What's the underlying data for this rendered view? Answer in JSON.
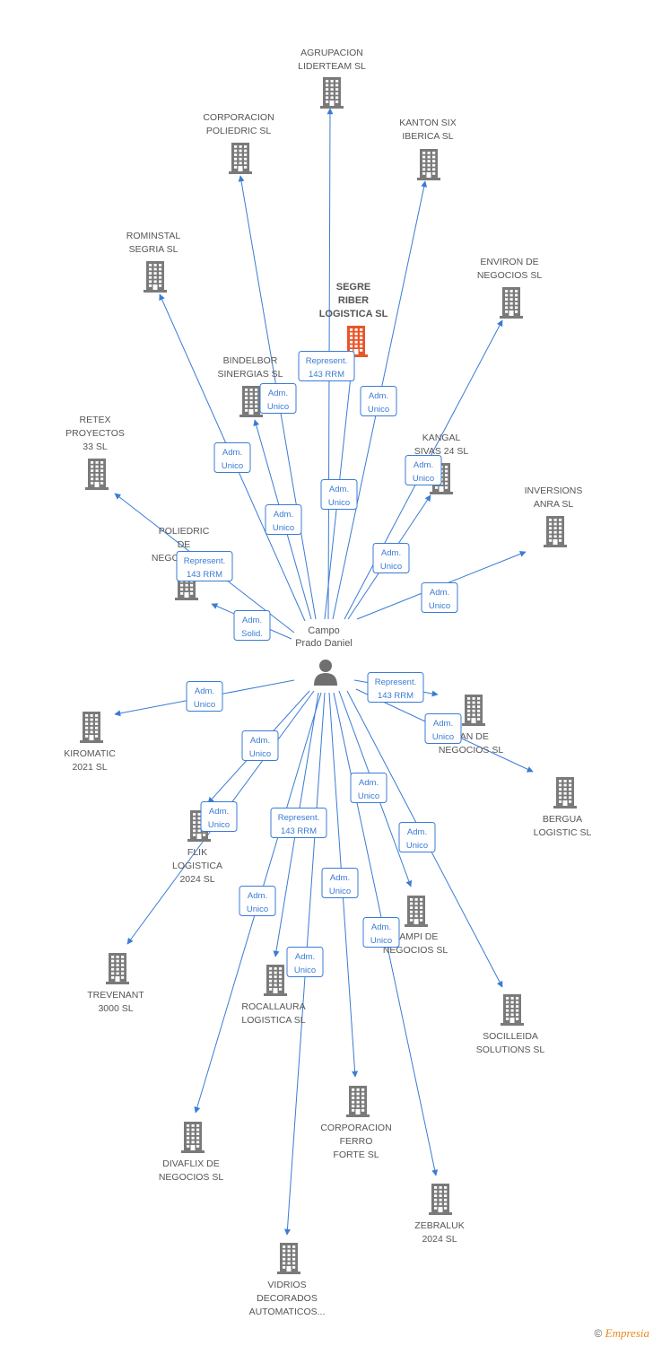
{
  "center": {
    "lines": [
      "Campo",
      "Prado Daniel"
    ]
  },
  "colors": {
    "edge": "#3a7bd5",
    "building": "#7a7a7a",
    "highlight": "#e8562a"
  },
  "nodes": [
    {
      "id": "agrupacion",
      "lines": [
        "AGRUPACION",
        "LIDERTEAM  SL"
      ],
      "icon": "building-icon"
    },
    {
      "id": "corporacion-poliedric",
      "lines": [
        "CORPORACION",
        "POLIEDRIC SL"
      ],
      "icon": "building-icon"
    },
    {
      "id": "kanton",
      "lines": [
        "KANTON SIX",
        "IBERICA  SL"
      ],
      "icon": "building-icon"
    },
    {
      "id": "rominstal",
      "lines": [
        "ROMINSTAL",
        "SEGRIA  SL"
      ],
      "icon": "building-icon"
    },
    {
      "id": "environ",
      "lines": [
        "ENVIRON DE",
        "NEGOCIOS  SL"
      ],
      "icon": "building-icon"
    },
    {
      "id": "segre",
      "lines": [
        "SEGRE",
        "RIBER",
        "LOGISTICA  SL"
      ],
      "icon": "building-icon",
      "highlight": true
    },
    {
      "id": "bindelbor",
      "lines": [
        "BINDELBOR",
        "SINERGIAS  SL"
      ],
      "icon": "building-icon"
    },
    {
      "id": "retex",
      "lines": [
        "RETEX",
        "PROYECTOS",
        "33  SL"
      ],
      "icon": "building-icon"
    },
    {
      "id": "kangal",
      "lines": [
        "KANGAL",
        "SIVAS 24  SL"
      ],
      "icon": "building-icon"
    },
    {
      "id": "inversions",
      "lines": [
        "INVERSIONS",
        "ANRA  SL"
      ],
      "icon": "building-icon"
    },
    {
      "id": "poliedric",
      "lines": [
        "POLIEDRIC",
        "DE",
        "NEGOCIOS SL"
      ],
      "icon": "building-icon"
    },
    {
      "id": "kiromatic",
      "lines": [
        "KIROMATIC",
        "2021  SL"
      ],
      "icon": "building-icon"
    },
    {
      "id": "nan",
      "lines": [
        "NAN DE",
        "NEGOCIOS  SL"
      ],
      "icon": "building-icon"
    },
    {
      "id": "bergua",
      "lines": [
        "BERGUA",
        "LOGISTIC  SL"
      ],
      "icon": "building-icon"
    },
    {
      "id": "flik",
      "lines": [
        "FLIK",
        "LOGISTICA",
        "2024  SL"
      ],
      "icon": "building-icon"
    },
    {
      "id": "trevenant",
      "lines": [
        "TREVENANT",
        "3000  SL"
      ],
      "icon": "building-icon"
    },
    {
      "id": "campi",
      "lines": [
        "CAMPI DE",
        "NEGOCIOS  SL"
      ],
      "icon": "building-icon"
    },
    {
      "id": "rocallaura",
      "lines": [
        "ROCALLAURA",
        "LOGISTICA  SL"
      ],
      "icon": "building-icon"
    },
    {
      "id": "socilleida",
      "lines": [
        "SOCILLEIDA",
        "SOLUTIONS SL"
      ],
      "icon": "building-icon"
    },
    {
      "id": "corporacion-ferro",
      "lines": [
        "CORPORACION",
        "FERRO",
        "FORTE  SL"
      ],
      "icon": "building-icon"
    },
    {
      "id": "divaflix",
      "lines": [
        "DIVAFLIX DE",
        "NEGOCIOS  SL"
      ],
      "icon": "building-icon"
    },
    {
      "id": "zebraluk",
      "lines": [
        "ZEBRALUK",
        "2024  SL"
      ],
      "icon": "building-icon"
    },
    {
      "id": "vidrios",
      "lines": [
        "VIDRIOS",
        "DECORADOS",
        "AUTOMATICOS..."
      ],
      "icon": "building-icon"
    }
  ],
  "edges": [
    {
      "to": "agrupacion",
      "label": [
        "Adm.",
        "Unico"
      ]
    },
    {
      "to": "corporacion-poliedric",
      "label": [
        "Adm.",
        "Unico"
      ]
    },
    {
      "to": "kanton",
      "label": [
        "Adm.",
        "Unico"
      ]
    },
    {
      "to": "rominstal",
      "label": [
        "Adm.",
        "Unico"
      ]
    },
    {
      "to": "environ",
      "label": [
        "Adm.",
        "Unico"
      ]
    },
    {
      "to": "segre",
      "label": [
        "Represent.",
        "143 RRM"
      ]
    },
    {
      "to": "bindelbor",
      "label": [
        "Adm.",
        "Unico"
      ]
    },
    {
      "to": "retex",
      "label": [
        "Represent.",
        "143 RRM"
      ]
    },
    {
      "to": "kangal",
      "label": [
        "Adm.",
        "Unico"
      ]
    },
    {
      "to": "inversions",
      "label": [
        "Adm.",
        "Unico"
      ]
    },
    {
      "to": "poliedric",
      "label": [
        "Adm.",
        "Solid."
      ]
    },
    {
      "to": "kiromatic",
      "label": [
        "Adm.",
        "Unico"
      ]
    },
    {
      "to": "nan",
      "label": [
        "Represent.",
        "143 RRM"
      ]
    },
    {
      "to": "bergua",
      "label": [
        "Adm.",
        "Unico"
      ]
    },
    {
      "to": "flik",
      "label": [
        "Adm.",
        "Unico"
      ]
    },
    {
      "to": "trevenant",
      "label": [
        "Adm.",
        "Unico"
      ]
    },
    {
      "to": "campi",
      "label": [
        "Adm.",
        "Unico"
      ]
    },
    {
      "to": "rocallaura",
      "label": [
        "Represent.",
        "143 RRM"
      ]
    },
    {
      "to": "socilleida",
      "label": [
        "Adm.",
        "Unico"
      ]
    },
    {
      "to": "corporacion-ferro",
      "label": [
        "Adm.",
        "Unico"
      ]
    },
    {
      "to": "divaflix",
      "label": [
        "Adm.",
        "Unico"
      ]
    },
    {
      "to": "zebraluk",
      "label": [
        "Adm.",
        "Unico"
      ]
    },
    {
      "to": "vidrios",
      "label": [
        "Adm.",
        "Unico"
      ]
    }
  ],
  "copyright": {
    "symbol": "©",
    "brand": "Empresia"
  }
}
